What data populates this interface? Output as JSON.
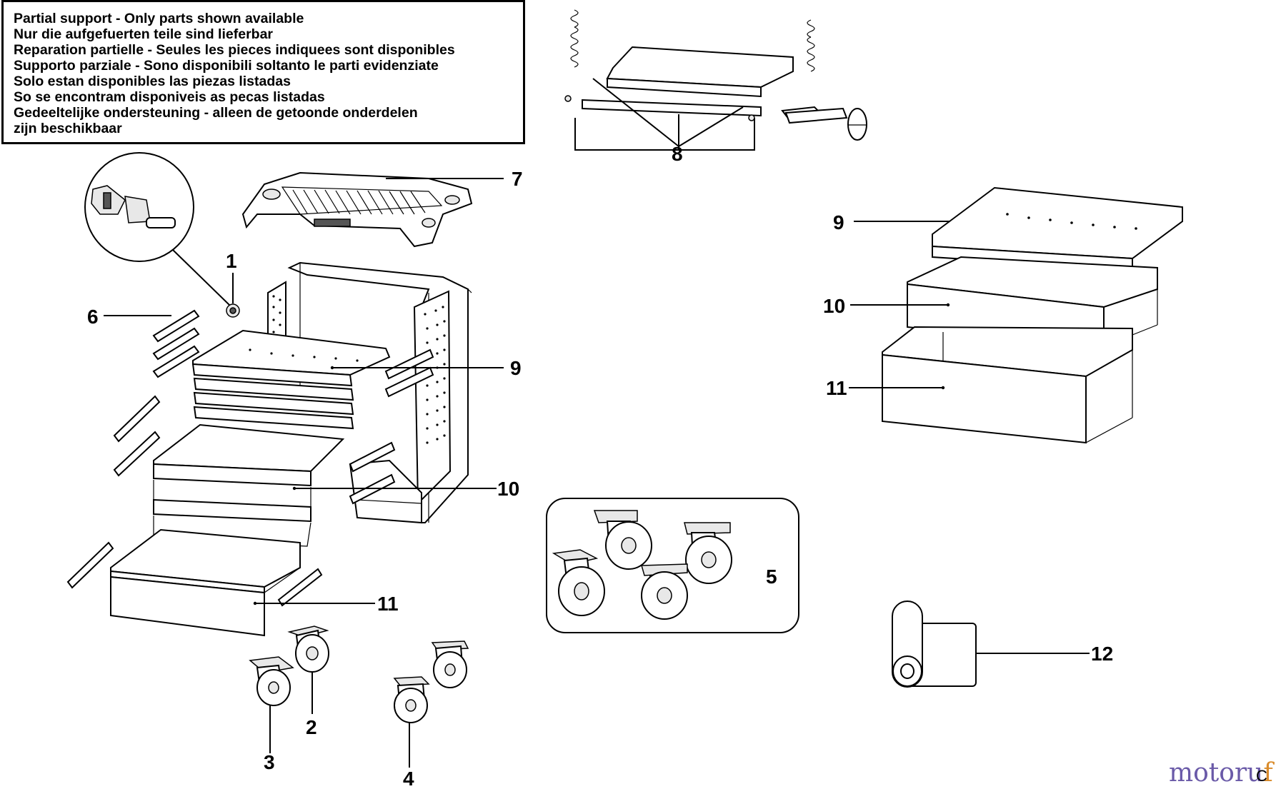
{
  "notice": {
    "lines": [
      "Partial support - Only parts shown available",
      "Nur die aufgefuerten teile sind lieferbar",
      "Reparation partielle - Seules les pieces indiquees sont disponibles",
      "Supporto parziale - Sono disponibili soltanto le parti evidenziate",
      "Solo estan disponibles las piezas listadas",
      "So se encontram disponiveis as pecas listadas",
      "Gedeeltelijke ondersteuning - alleen de getoonde onderdelen",
      "zijn beschikbaar"
    ]
  },
  "callouts": {
    "p1": "1",
    "p2": "2",
    "p3": "3",
    "p4": "4",
    "p5": "5",
    "p6": "6",
    "p7": "7",
    "p8": "8",
    "p9_left": "9",
    "p9_right": "9",
    "p10_left": "10",
    "p10_right": "10",
    "p11_left": "11",
    "p11_right": "11",
    "p12": "12"
  },
  "watermark": {
    "text_a": "motoru",
    "text_b": "f",
    "corner": "C"
  },
  "colors": {
    "watermark": "#6a5aa8",
    "watermark_accent": "#d98b2b",
    "line": "#000000"
  }
}
